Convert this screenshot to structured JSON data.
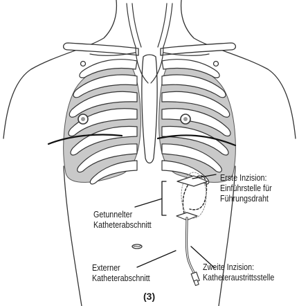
{
  "labels": {
    "first_incision_title": "Erste Inzision:",
    "first_incision_desc_1": "Einführstelle für",
    "first_incision_desc_2": "Führungsdraht",
    "tunneled_line_1": "Getunnelter",
    "tunneled_line_2": "Katheterabschnitt",
    "external_line_1": "Externer",
    "external_line_2": "Katheterabschnitt",
    "second_incision_title": "Zweite Inzision:",
    "second_incision_desc": "Katheteraustrittsstelle"
  },
  "figure_number": "(3)",
  "colors": {
    "outline": "#333333",
    "lung_fill": "#c9c9c9",
    "bone_fill": "#ffffff",
    "background": "#ffffff"
  }
}
